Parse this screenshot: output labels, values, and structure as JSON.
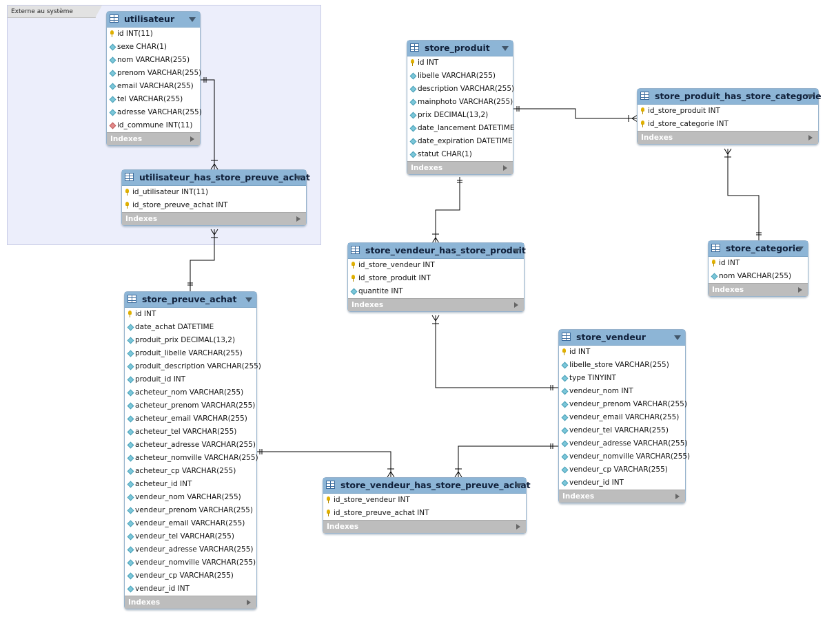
{
  "layer": {
    "title": "Externe au système"
  },
  "tables": {
    "utilisateur": {
      "name": "utilisateur",
      "columns": [
        {
          "text": "id INT(11)",
          "kind": "pk"
        },
        {
          "text": "sexe CHAR(1)",
          "kind": "col"
        },
        {
          "text": "nom VARCHAR(255)",
          "kind": "col"
        },
        {
          "text": "prenom VARCHAR(255)",
          "kind": "col"
        },
        {
          "text": "email VARCHAR(255)",
          "kind": "col"
        },
        {
          "text": "tel VARCHAR(255)",
          "kind": "col"
        },
        {
          "text": "adresse VARCHAR(255)",
          "kind": "col"
        },
        {
          "text": "id_commune INT(11)",
          "kind": "fk"
        }
      ],
      "footer": "Indexes"
    },
    "utilisateur_has_store_preuve_achat": {
      "name": "utilisateur_has_store_preuve_achat",
      "columns": [
        {
          "text": "id_utilisateur INT(11)",
          "kind": "pk"
        },
        {
          "text": "id_store_preuve_achat INT",
          "kind": "pk"
        }
      ],
      "footer": "Indexes"
    },
    "store_preuve_achat": {
      "name": "store_preuve_achat",
      "columns": [
        {
          "text": "id INT",
          "kind": "pk"
        },
        {
          "text": "date_achat DATETIME",
          "kind": "col"
        },
        {
          "text": "produit_prix DECIMAL(13,2)",
          "kind": "col"
        },
        {
          "text": "produit_libelle VARCHAR(255)",
          "kind": "col"
        },
        {
          "text": "produit_description VARCHAR(255)",
          "kind": "col"
        },
        {
          "text": "produit_id INT",
          "kind": "col"
        },
        {
          "text": "acheteur_nom VARCHAR(255)",
          "kind": "col"
        },
        {
          "text": "acheteur_prenom VARCHAR(255)",
          "kind": "col"
        },
        {
          "text": "acheteur_email VARCHAR(255)",
          "kind": "col"
        },
        {
          "text": "acheteur_tel VARCHAR(255)",
          "kind": "col"
        },
        {
          "text": "acheteur_adresse VARCHAR(255)",
          "kind": "col"
        },
        {
          "text": "acheteur_nomville VARCHAR(255)",
          "kind": "col"
        },
        {
          "text": "acheteur_cp VARCHAR(255)",
          "kind": "col"
        },
        {
          "text": "acheteur_id INT",
          "kind": "col"
        },
        {
          "text": "vendeur_nom VARCHAR(255)",
          "kind": "col"
        },
        {
          "text": "vendeur_prenom VARCHAR(255)",
          "kind": "col"
        },
        {
          "text": "vendeur_email VARCHAR(255)",
          "kind": "col"
        },
        {
          "text": "vendeur_tel VARCHAR(255)",
          "kind": "col"
        },
        {
          "text": "vendeur_adresse VARCHAR(255)",
          "kind": "col"
        },
        {
          "text": "vendeur_nomville VARCHAR(255)",
          "kind": "col"
        },
        {
          "text": "vendeur_cp VARCHAR(255)",
          "kind": "col"
        },
        {
          "text": "vendeur_id INT",
          "kind": "col"
        }
      ],
      "footer": "Indexes"
    },
    "store_produit": {
      "name": "store_produit",
      "columns": [
        {
          "text": "id INT",
          "kind": "pk"
        },
        {
          "text": "libelle VARCHAR(255)",
          "kind": "col"
        },
        {
          "text": "description VARCHAR(255)",
          "kind": "col"
        },
        {
          "text": "mainphoto VARCHAR(255)",
          "kind": "col"
        },
        {
          "text": "prix DECIMAL(13,2)",
          "kind": "col"
        },
        {
          "text": "date_lancement DATETIME",
          "kind": "col"
        },
        {
          "text": "date_expiration DATETIME",
          "kind": "col"
        },
        {
          "text": "statut CHAR(1)",
          "kind": "col"
        }
      ],
      "footer": "Indexes"
    },
    "store_produit_has_store_categorie": {
      "name": "store_produit_has_store_categorie",
      "columns": [
        {
          "text": "id_store_produit INT",
          "kind": "pk"
        },
        {
          "text": "id_store_categorie INT",
          "kind": "pk"
        }
      ],
      "footer": "Indexes"
    },
    "store_categorie": {
      "name": "store_categorie",
      "columns": [
        {
          "text": "id INT",
          "kind": "pk"
        },
        {
          "text": "nom VARCHAR(255)",
          "kind": "col"
        }
      ],
      "footer": "Indexes"
    },
    "store_vendeur_has_store_produit": {
      "name": "store_vendeur_has_store_produit",
      "columns": [
        {
          "text": "id_store_vendeur INT",
          "kind": "pk"
        },
        {
          "text": "id_store_produit INT",
          "kind": "pk"
        },
        {
          "text": "quantite INT",
          "kind": "col"
        }
      ],
      "footer": "Indexes"
    },
    "store_vendeur": {
      "name": "store_vendeur",
      "columns": [
        {
          "text": "id INT",
          "kind": "pk"
        },
        {
          "text": "libelle_store VARCHAR(255)",
          "kind": "col"
        },
        {
          "text": "type TINYINT",
          "kind": "col"
        },
        {
          "text": "vendeur_nom INT",
          "kind": "col"
        },
        {
          "text": "vendeur_prenom VARCHAR(255)",
          "kind": "col"
        },
        {
          "text": "vendeur_email VARCHAR(255)",
          "kind": "col"
        },
        {
          "text": "vendeur_tel VARCHAR(255)",
          "kind": "col"
        },
        {
          "text": "vendeur_adresse VARCHAR(255)",
          "kind": "col"
        },
        {
          "text": "vendeur_nomville VARCHAR(255)",
          "kind": "col"
        },
        {
          "text": "vendeur_cp VARCHAR(255)",
          "kind": "col"
        },
        {
          "text": "vendeur_id INT",
          "kind": "col"
        }
      ],
      "footer": "Indexes"
    },
    "store_vendeur_has_store_preuve_achat": {
      "name": "store_vendeur_has_store_preuve_achat",
      "columns": [
        {
          "text": "id_store_vendeur INT",
          "kind": "pk"
        },
        {
          "text": "id_store_preuve_achat INT",
          "kind": "pk"
        }
      ],
      "footer": "Indexes"
    }
  }
}
